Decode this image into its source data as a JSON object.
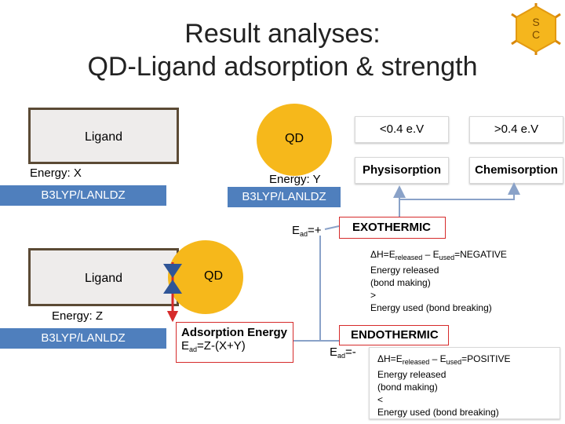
{
  "title": {
    "line1": "Result analyses:",
    "line2": "QD-Ligand adsorption & strength"
  },
  "logo": {
    "letter1": "S",
    "letter2": "C"
  },
  "top": {
    "ligand_label": "Ligand",
    "qd_label": "QD",
    "ligand_energy": "Energy: X",
    "qd_energy": "Energy: Y",
    "ligand_method": "B3LYP/LANLDZ",
    "qd_method": "B3LYP/LANLDZ"
  },
  "thresholds": {
    "low": "<0.4 e.V",
    "high": ">0.4 e.V",
    "low_type": "Physisorption",
    "high_type": "Chemisorption"
  },
  "ead_plus": {
    "prefix": "E",
    "sub": "ad",
    "suffix": "=+"
  },
  "exothermic": {
    "title": "EXOTHERMIC",
    "eq_prefix": "ΔH=E",
    "eq_sub1": "released",
    "eq_mid": " – E",
    "eq_sub2": "used",
    "eq_suffix": "=NEGATIVE",
    "line2": "Energy released",
    "line3": "(bond making)",
    "line4": ">",
    "line5": "Energy used (bond breaking)"
  },
  "bottom": {
    "ligand_label": "Ligand",
    "qd_label": "QD",
    "ligand_energy": "Energy: Z",
    "ligand_method": "B3LYP/LANLDZ"
  },
  "adsorption": {
    "title": "Adsorption Energy",
    "eq_prefix": "E",
    "eq_sub": "ad",
    "eq_suffix": "=Z-(X+Y)"
  },
  "ead_minus": {
    "prefix": "E",
    "sub": "ad",
    "suffix": "=-"
  },
  "endothermic": {
    "title": "ENDOTHERMIC",
    "eq_prefix": "ΔH=E",
    "eq_sub1": "released",
    "eq_mid": " – E",
    "eq_sub2": "used",
    "eq_suffix": "=POSITIVE",
    "line2": "Energy released",
    "line3": "(bond making)",
    "line4": "<",
    "line5": "Energy used (bond breaking)"
  },
  "colors": {
    "qd_fill": "#f6b81b",
    "method_fill": "#4f7fbd",
    "ligand_border": "#5b4a35",
    "bond_red": "#d62b2b",
    "bond_blue": "#2f5597",
    "connector": "#8aa2c8"
  }
}
